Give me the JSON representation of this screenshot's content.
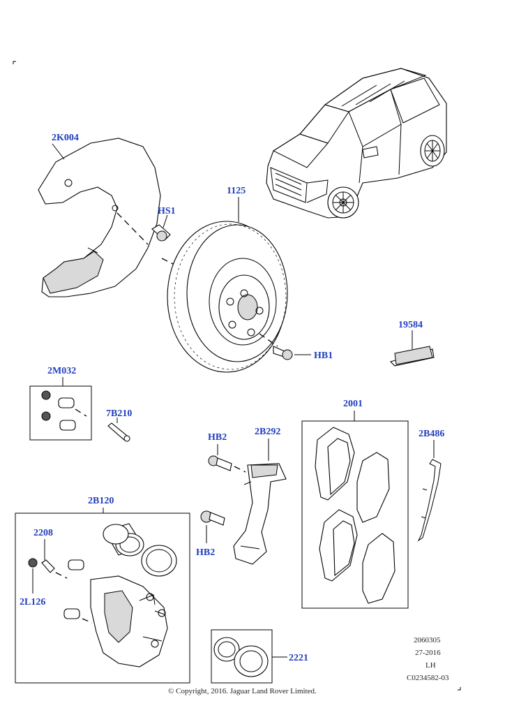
{
  "callouts": {
    "c_2k004": "2K004",
    "c_hs1": "HS1",
    "c_1125": "1125",
    "c_hb1": "HB1",
    "c_19584": "19584",
    "c_2m032": "2M032",
    "c_7b210": "7B210",
    "c_2001": "2001",
    "c_hb2_top": "HB2",
    "c_2b292": "2B292",
    "c_2b486": "2B486",
    "c_2b120": "2B120",
    "c_2208": "2208",
    "c_2l126": "2L126",
    "c_hb2_bottom": "HB2",
    "c_2221": "2221"
  },
  "meta": {
    "line1": "2060305",
    "line2": "27-2016",
    "line3": "LH",
    "line4": "C0234582-03"
  },
  "footer": {
    "copyright": "© Copyright, 2016. Jaguar Land Rover Limited."
  },
  "colors": {
    "callout": "#1f3fbf",
    "line": "#000000",
    "background": "#ffffff"
  }
}
